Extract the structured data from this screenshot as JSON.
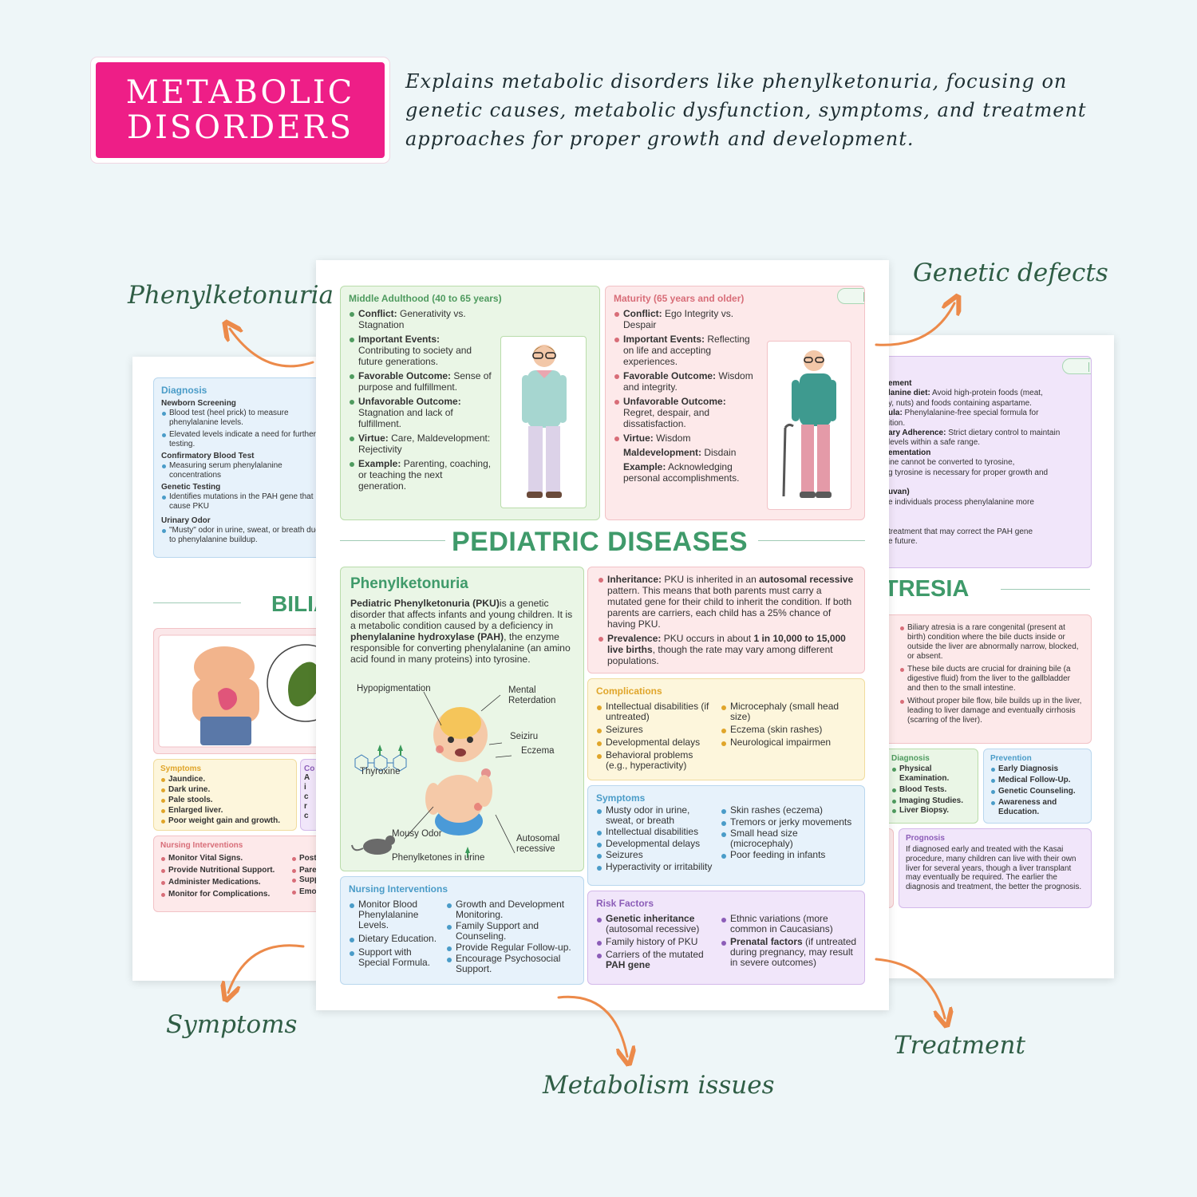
{
  "header": {
    "badge": "METABOLIC\nDISORDERS",
    "description": "Explains metabolic disorders like phenylketonuria, focusing on genetic causes, metabolic dysfunction, symptoms, and treatment approaches for proper growth and development."
  },
  "callouts": {
    "phenylketonuria": "Phenylketonuria",
    "genetic_defects": "Genetic defects",
    "symptoms": "Symptoms",
    "metabolism": "Metabolism issues",
    "treatment": "Treatment"
  },
  "left_sheet": {
    "diagnosis": {
      "title": "Diagnosis",
      "groups": [
        {
          "heading": "Newborn Screening",
          "items": [
            "Blood test (heel prick) to measure phenylalanine levels.",
            "Elevated levels indicate a need for further testing."
          ]
        },
        {
          "heading": "Confirmatory Blood Test",
          "items": [
            "Measuring serum phenylalanine concentrations"
          ]
        },
        {
          "heading": "Genetic Testing",
          "items": [
            "Identifies mutations in the PAH gene that cause PKU"
          ]
        },
        {
          "heading": "Urinary Odor",
          "items": [
            "\"Musty\" odor in urine, sweat, or breath due to phenylalanine buildup."
          ]
        }
      ]
    },
    "section_title": "BILIA",
    "symptoms": {
      "title": "Symptoms",
      "items": [
        "Jaundice.",
        "Dark urine.",
        "Pale stools.",
        "Enlarged liver.",
        "Poor weight gain and growth."
      ]
    },
    "complications_title": "Co",
    "complications_fragments": [
      "A",
      "i",
      "c",
      "r",
      "c"
    ],
    "nursing": {
      "title": "Nursing Interventions",
      "items": [
        "Monitor Vital Signs.",
        "Provide Nutritional Support.",
        "Administer Medications.",
        "Monitor for Complications."
      ],
      "right_fragments": [
        "Post-",
        "Pare",
        "Supp",
        "Emot"
      ]
    }
  },
  "right_sheet": {
    "management": {
      "lines": [
        {
          "bold": "ement",
          "text": ""
        },
        {
          "bold": "lanine diet:",
          "text": " Avoid high-protein foods (meat,"
        },
        {
          "bold": "",
          "text": "y, nuts) and foods containing aspartame."
        },
        {
          "bold": "ula:",
          "text": " Phenylalanine-free special formula for"
        },
        {
          "bold": "",
          "text": "ition."
        },
        {
          "bold": "ary Adherence:",
          "text": " Strict dietary control to maintain"
        },
        {
          "bold": "",
          "text": "levels within a safe range."
        },
        {
          "bold": "ementation",
          "text": ""
        },
        {
          "bold": "",
          "text": "ine cannot be converted to tyrosine,"
        },
        {
          "bold": "",
          "text": "g tyrosine is necessary for proper growth and"
        },
        {
          "bold": "",
          "text": ""
        },
        {
          "bold": "uvan)",
          "text": ""
        },
        {
          "bold": "",
          "text": "e individuals process phenylalanine more"
        },
        {
          "bold": "",
          "text": ""
        },
        {
          "bold": "",
          "text": ""
        },
        {
          "bold": "",
          "text": "treatment that may correct the PAH gene"
        },
        {
          "bold": "",
          "text": "e future."
        }
      ]
    },
    "section_title": "TRESIA",
    "overview": [
      "Biliary atresia is a rare congenital (present at birth) condition where the bile ducts inside or outside the liver are abnormally narrow, blocked, or absent.",
      "These bile ducts are crucial for draining bile (a digestive fluid) from the liver to the gallbladder and then to the small intestine.",
      "Without proper bile flow, bile builds up in the liver, leading to liver damage and eventually cirrhosis (scarring of the liver)."
    ],
    "diagnosis": {
      "title": "Diagnosis",
      "items": [
        "Physical Examination.",
        "Blood Tests.",
        "Imaging Studies.",
        "Liver Biopsy."
      ]
    },
    "prevention": {
      "title": "Prevention",
      "items": [
        "Early Diagnosis",
        "Medical Follow-Up.",
        "Genetic Counseling.",
        "Awareness and Education."
      ]
    },
    "prognosis": {
      "title": "Prognosis",
      "text": "If diagnosed early and treated with the Kasai procedure, many children can live with their own liver for several years, though a liver transplant may eventually be required. The earlier the diagnosis and treatment, the better the prognosis."
    }
  },
  "front_sheet": {
    "middle_adulthood": {
      "title": "Middle Adulthood (40 to 65 years)",
      "items": [
        {
          "label": "Conflict:",
          "text": " Generativity vs. Stagnation"
        },
        {
          "label": "Important Events:",
          "text": " Contributing to society and future generations."
        },
        {
          "label": "Favorable Outcome:",
          "text": " Sense of purpose and fulfillment."
        },
        {
          "label": "Unfavorable Outcome:",
          "text": " Stagnation and lack of fulfillment."
        },
        {
          "label": "Virtue:",
          "text": " Care, Maldevelopment: Rejectivity"
        },
        {
          "label": "Example:",
          "text": " Parenting, coaching, or teaching the next generation."
        }
      ]
    },
    "maturity": {
      "title": "Maturity (65 years and older)",
      "items": [
        {
          "label": "Conflict:",
          "text": " Ego Integrity vs. Despair"
        },
        {
          "label": "Important Events:",
          "text": " Reflecting on life and accepting experiences."
        },
        {
          "label": "Favorable Outcome:",
          "text": " Wisdom and integrity."
        },
        {
          "label": "Unfavorable Outcome:",
          "text": " Regret, despair, and dissatisfaction."
        },
        {
          "label": "Virtue:",
          "text": " Wisdom"
        }
      ],
      "extra": [
        {
          "label": "Maldevelopment:",
          "text": " Disdain"
        },
        {
          "label": "Example:",
          "text": " Acknowledging personal accomplishments."
        }
      ]
    },
    "section_title": "PEDIATRIC DISEASES",
    "pku": {
      "title": "Phenylketonuria",
      "intro_bold": "Pediatric Phenylketonuria (PKU)",
      "intro_1": "is a genetic disorder that affects infants and young children. It is a metabolic condition caused by a deficiency in ",
      "intro_bold2": "phenylalanine hydroxylase (PAH)",
      "intro_2": ", the enzyme responsible for converting phenylalanine (an amino acid found in many proteins) into tyrosine.",
      "figure_labels": {
        "hypopigmentation": "Hypopigmentation",
        "mental": "Mental Reterdation",
        "seiziru": "Seiziru",
        "eczema": "Eczema",
        "thyroxine": "Thyroxine",
        "mousy": "Mousy Odor",
        "autosomal": "Autosomal recessive",
        "phenylketones": "Phenylketones in urine"
      }
    },
    "inheritance": {
      "items": [
        {
          "label": "Inheritance:",
          "text": " PKU is inherited in an ",
          "bold2": "autosomal recessive",
          "text2": " pattern. This means that both parents must carry a mutated gene for their child to inherit the condition. If both parents are carriers, each child has a 25% chance of having PKU."
        },
        {
          "label": "Prevalence:",
          "text": " PKU occurs in about ",
          "bold2": "1 in 10,000 to 15,000 live births",
          "text2": ", though the rate may vary among different populations."
        }
      ]
    },
    "complications": {
      "title": "Complications",
      "col1": [
        "Intellectual disabilities (if untreated)",
        "Seizures",
        "Developmental delays",
        "Behavioral problems (e.g., hyperactivity)"
      ],
      "col2": [
        "Microcephaly (small head size)",
        "Eczema (skin rashes)",
        "Neurological impairmen"
      ]
    },
    "symptoms": {
      "title": "Symptoms",
      "col1": [
        "Musty odor in urine, sweat, or breath",
        "Intellectual disabilities",
        "Developmental delays",
        "Seizures",
        "Hyperactivity or irritability"
      ],
      "col2": [
        "Skin rashes (eczema)",
        "Tremors or jerky movements",
        "Small head size (microcephaly)",
        "Poor feeding in infants"
      ]
    },
    "nursing": {
      "title": "Nursing Interventions",
      "col1": [
        "Monitor Blood Phenylalanine Levels.",
        "Dietary Education.",
        "Support with Special Formula."
      ],
      "col2": [
        "Growth and Development Monitoring.",
        "Family Support and Counseling.",
        "Provide Regular Follow-up.",
        "Encourage Psychosocial Support."
      ]
    },
    "risk": {
      "title": "Risk Factors",
      "col1": [
        {
          "bold": "Genetic inheritance",
          "text": " (autosomal recessive)"
        },
        {
          "bold": "",
          "text": "Family history of PKU"
        },
        {
          "bold": "",
          "text": "Carriers of the mutated ",
          "bold_end": "PAH gene"
        }
      ],
      "col2": [
        {
          "bold": "",
          "text": "Ethnic variations (more common in Caucasians)"
        },
        {
          "bold": "Prenatal factors",
          "text": " (if untreated during pregnancy, may result in severe outcomes)"
        }
      ]
    }
  },
  "colors": {
    "badge": "#ee1e87",
    "callout": "#2f5d45",
    "arrow": "#ec8a4a",
    "section_green": "#3f9a6a"
  }
}
